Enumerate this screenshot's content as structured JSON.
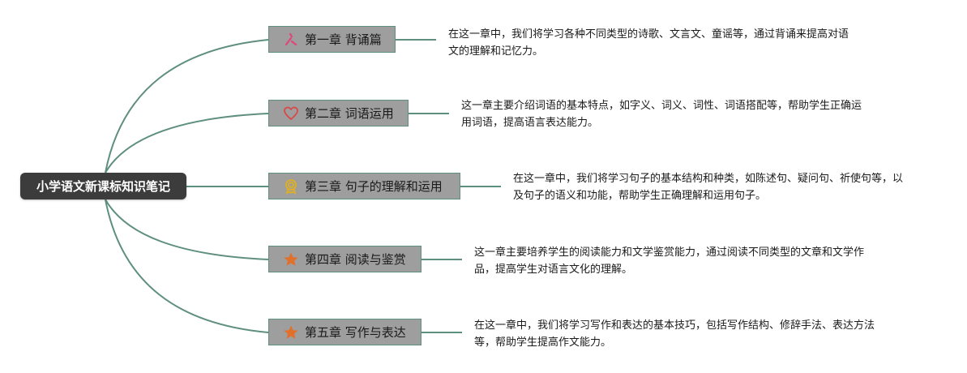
{
  "root": {
    "label": "小学语文新课标知识笔记"
  },
  "chapters": [
    {
      "label": "第一章 背诵篇",
      "icon": "pen-strokes-icon",
      "desc": "在这一章中，我们将学习各种不同类型的诗歌、文言文、童谣等，通过背诵来提高对语文的理解和记忆力。"
    },
    {
      "label": "第二章 词语运用",
      "icon": "heart-icon",
      "desc": "这一章主要介绍词语的基本特点，如字义、词义、词性、词语搭配等，帮助学生正确运用词语，提高语言表达能力。"
    },
    {
      "label": "第三章 句子的理解和运用",
      "icon": "award-medal-icon",
      "desc": "在这一章中，我们将学习句子的基本结构和种类，如陈述句、疑问句、祈使句等，以及句子的语义和功能，帮助学生正确理解和运用句子。"
    },
    {
      "label": "第四章 阅读与鉴赏",
      "icon": "star-icon",
      "desc": "这一章主要培养学生的阅读能力和文学鉴赏能力，通过阅读不同类型的文章和文学作品，提高学生对语言文化的理解。"
    },
    {
      "label": "第五章 写作与表达",
      "icon": "star-icon",
      "desc": "在这一章中，我们将学习写作和表达的基本技巧，包括写作结构、修辞手法、表达方法等，帮助学生提高作文能力。"
    }
  ],
  "colors": {
    "connector": "#5f8f7e",
    "node_fill": "#9e9e9e",
    "root_fill": "#3c3c3c",
    "pen": "#e0457b",
    "heart": "#d94848",
    "medal": "#e0b020",
    "star": "#e0702a"
  }
}
